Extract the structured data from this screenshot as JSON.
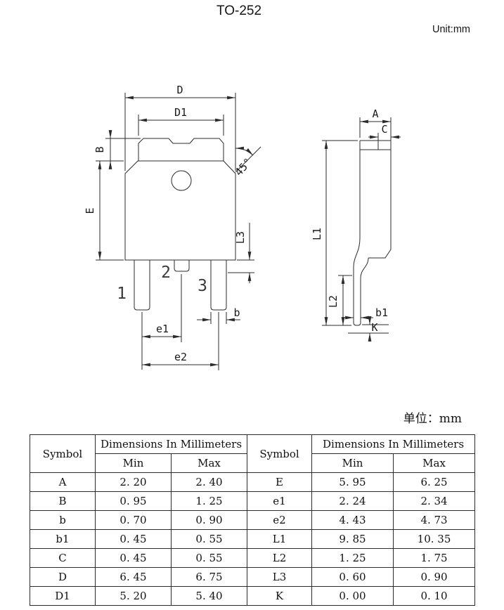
{
  "page": {
    "title": "TO-252",
    "unit_label": "Unit:mm",
    "unit_label_cn": "单位：mm"
  },
  "drawing": {
    "front": {
      "dim_d": "D",
      "dim_d1": "D1",
      "dim_b_cap": "B",
      "dim_e_cap": "E",
      "dim_l3": "L3",
      "dim_b": "b",
      "dim_e1": "e1",
      "dim_e2": "e2",
      "angle": "45°",
      "pin1": "1",
      "pin2": "2",
      "pin3": "3"
    },
    "side": {
      "dim_a": "A",
      "dim_c": "C",
      "dim_l1": "L1",
      "dim_l2": "L2",
      "dim_b1": "b1",
      "dim_k": "K"
    }
  },
  "table": {
    "header": {
      "symbol": "Symbol",
      "dims": "Dimensions In Millimeters",
      "min": "Min",
      "max": "Max"
    },
    "rows": [
      {
        "l_symbol": "A",
        "l_min": "2. 20",
        "l_max": "2. 40",
        "r_symbol": "E",
        "r_min": "5. 95",
        "r_max": "6. 25"
      },
      {
        "l_symbol": "B",
        "l_min": "0. 95",
        "l_max": "1. 25",
        "r_symbol": "e1",
        "r_min": "2. 24",
        "r_max": "2. 34"
      },
      {
        "l_symbol": "b",
        "l_min": "0. 70",
        "l_max": "0. 90",
        "r_symbol": "e2",
        "r_min": "4. 43",
        "r_max": "4. 73"
      },
      {
        "l_symbol": "b1",
        "l_min": "0. 45",
        "l_max": "0. 55",
        "r_symbol": "L1",
        "r_min": "9. 85",
        "r_max": "10. 35"
      },
      {
        "l_symbol": "C",
        "l_min": "0. 45",
        "l_max": "0. 55",
        "r_symbol": "L2",
        "r_min": "1. 25",
        "r_max": "1. 75"
      },
      {
        "l_symbol": "D",
        "l_min": "6. 45",
        "l_max": "6. 75",
        "r_symbol": "L3",
        "r_min": "0. 60",
        "r_max": "0. 90"
      },
      {
        "l_symbol": "D1",
        "l_min": "5. 20",
        "l_max": "5. 40",
        "r_symbol": "K",
        "r_min": "0. 00",
        "r_max": "0. 10"
      }
    ]
  }
}
